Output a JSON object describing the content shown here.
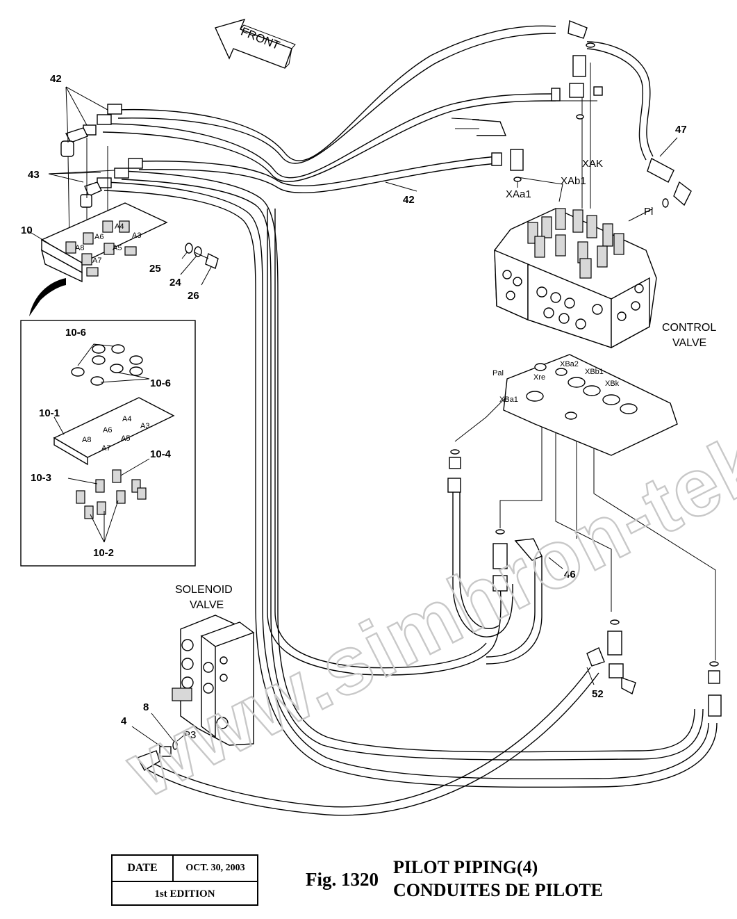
{
  "labels": {
    "front": "FRONT",
    "control_valve_line1": "CONTROL",
    "control_valve_line2": "VALVE",
    "solenoid_valve_line1": "SOLENOID",
    "solenoid_valve_line2": "VALVE",
    "port_xak": "XAK",
    "port_xab1": "XAb1",
    "port_xaa1": "XAa1",
    "port_pi": "Pi",
    "port_pal": "Pal",
    "port_xba2": "XBa2",
    "port_xbb1": "XBb1",
    "port_xre": "Xre",
    "port_xbk": "XBk",
    "port_xba1": "XBa1",
    "port_p3": "P3",
    "plate_a3": "A3",
    "plate_a4": "A4",
    "plate_a5": "A5",
    "plate_a6": "A6",
    "plate_a7": "A7",
    "plate_a8": "A8"
  },
  "callouts": {
    "n42_top": "42",
    "n43": "43",
    "n10": "10",
    "n25": "25",
    "n24": "24",
    "n26": "26",
    "n42_mid": "42",
    "n47": "47",
    "n46": "46",
    "n52": "52",
    "n4": "4",
    "n8": "8",
    "n10_6_top": "10-6",
    "n10_6_right": "10-6",
    "n10_1": "10-1",
    "n10_4": "10-4",
    "n10_3": "10-3",
    "n10_2": "10-2"
  },
  "watermark": "www.simhron-tek.kz",
  "info_box": {
    "date_label": "DATE",
    "date_value": "OCT. 30, 2003",
    "edition": "1st EDITION"
  },
  "figure": {
    "number": "Fig. 1320",
    "title_en": "PILOT PIPING(4)",
    "title_fr": "CONDUITES DE PILOTE"
  }
}
